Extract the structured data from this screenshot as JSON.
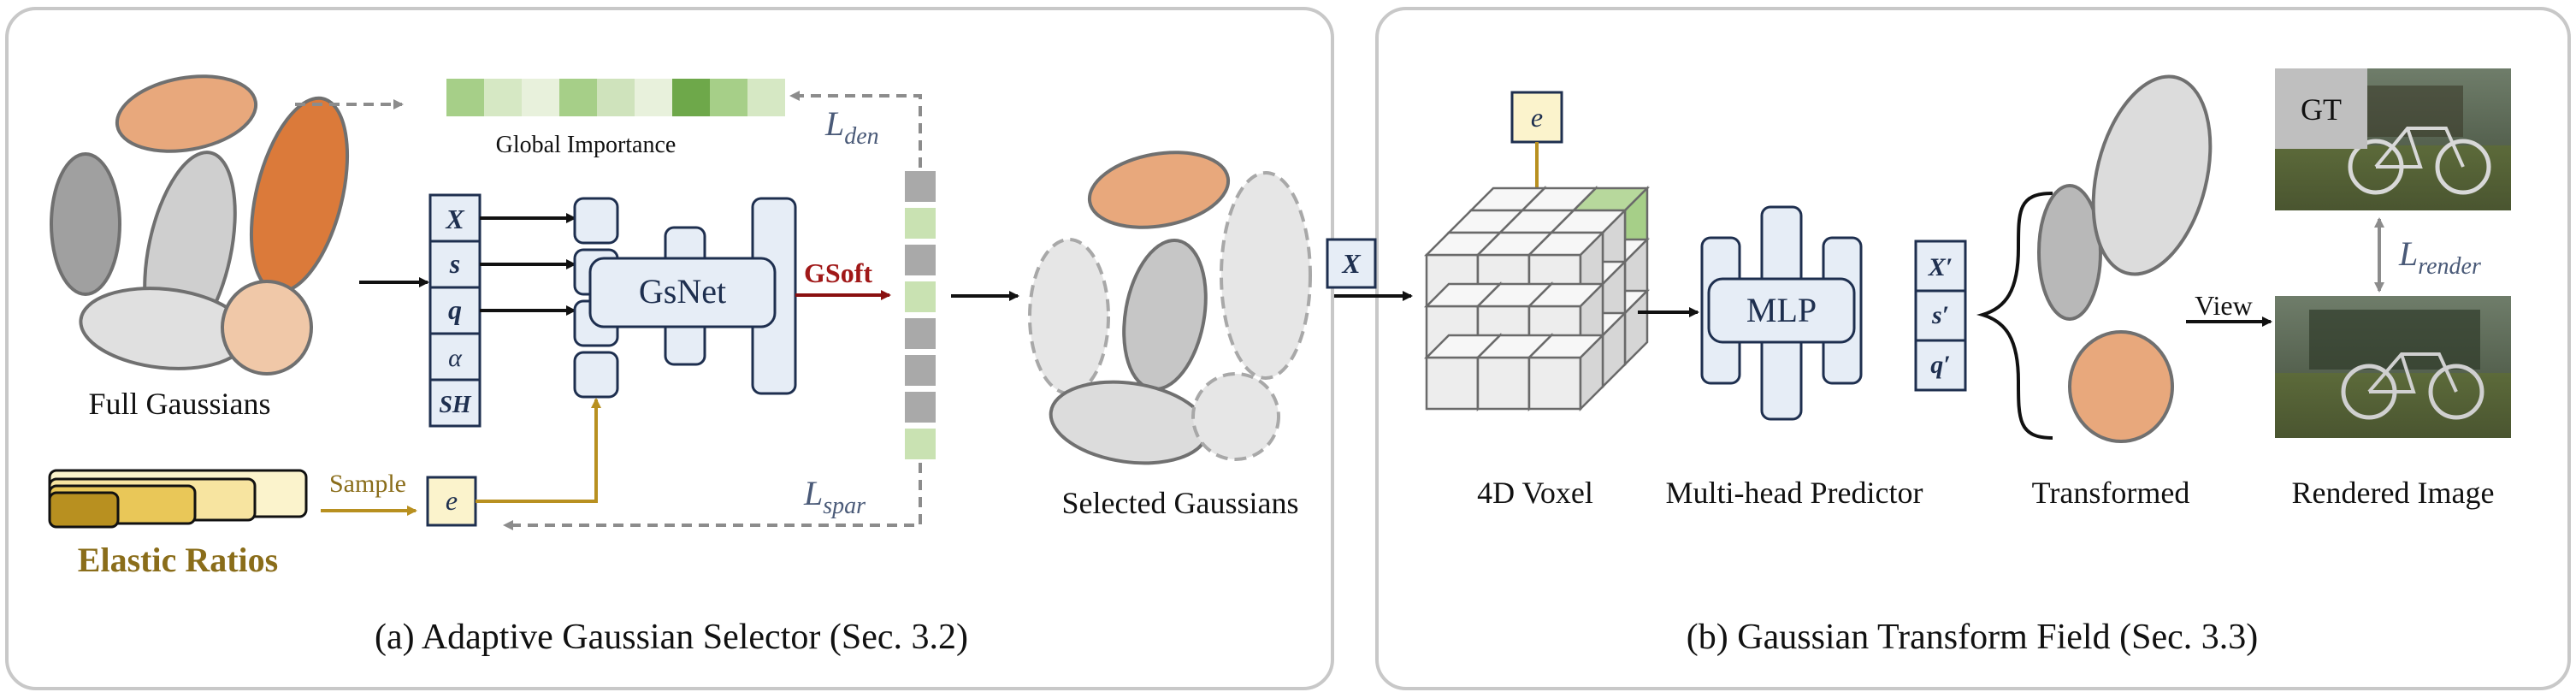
{
  "panel_a": {
    "caption": "(a) Adaptive Gaussian Selector (Sec. 3.2)",
    "full_gaussians_label": "Full Gaussians",
    "global_importance_label": "Global Importance",
    "attributes": [
      "X",
      "s",
      "q",
      "α",
      "SH"
    ],
    "gsnet_label": "GsNet",
    "gsoft_label": "GSoft",
    "sample_label": "Sample",
    "e_label": "e",
    "elastic_ratios_label": "Elastic Ratios",
    "selected_gaussians_label": "Selected Gaussians",
    "loss_den": {
      "symbol": "L",
      "subscript": "den"
    },
    "loss_spar": {
      "symbol": "L",
      "subscript": "spar"
    }
  },
  "panel_b": {
    "caption": "(b) Gaussian Transform Field (Sec. 3.3)",
    "x_label": "X",
    "e_label": "e",
    "voxel_label": "4D Voxel",
    "predictor_label": "Multi-head Predictor",
    "mlp_label": "MLP",
    "outputs": [
      "X′",
      "s′",
      "q′"
    ],
    "transformed_label": "Transformed",
    "view_label": "View",
    "gt_label": "GT",
    "rendered_label": "Rendered Image",
    "loss_render": {
      "symbol": "L",
      "subscript": "render"
    }
  },
  "colors": {
    "panel_border": "#c8c8c8",
    "box_fill": "#e6edf6",
    "box_stroke": "#1e2f4f",
    "orange": "#e8a87c",
    "dark_orange": "#db7a3a",
    "peach": "#f0c8a8",
    "gold": "#b89020",
    "gold_text": "#8a6d1a",
    "gsoft_red": "#a01818",
    "loss_text": "#4a5a78",
    "green_dark": "#6ea84a",
    "green_mid": "#a6cf88",
    "green_light": "#d6e8c4",
    "gray_block": "#a9a9a9",
    "e_fill": "#fbf3cc"
  }
}
